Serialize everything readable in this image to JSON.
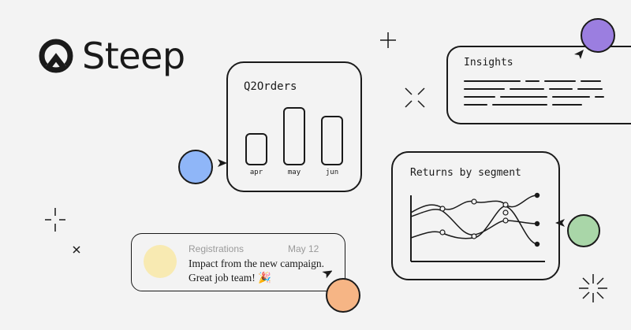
{
  "brand": {
    "name": "Steep",
    "logo_icon": "steep-logo-icon"
  },
  "orders_card": {
    "title": "Q2Orders",
    "bars": [
      {
        "label": "apr",
        "value": 0.45
      },
      {
        "label": "may",
        "value": 0.8
      },
      {
        "label": "jun",
        "value": 0.68
      }
    ]
  },
  "insights_card": {
    "title": "Insights"
  },
  "returns_card": {
    "title": "Returns by segment"
  },
  "registration_card": {
    "source": "Registrations",
    "date": "May 12",
    "message_line1": "Impact from the new campaign.",
    "message_line2": "Great job team! 🎉"
  },
  "colors": {
    "blue_avatar": "#8fb6f8",
    "purple_avatar": "#9b7ee0",
    "green_avatar": "#a9d6a8",
    "orange_avatar": "#f6b585",
    "yellow_avatar": "#f8eab2",
    "ink": "#1a1a1a",
    "background": "#f3f3f3"
  }
}
